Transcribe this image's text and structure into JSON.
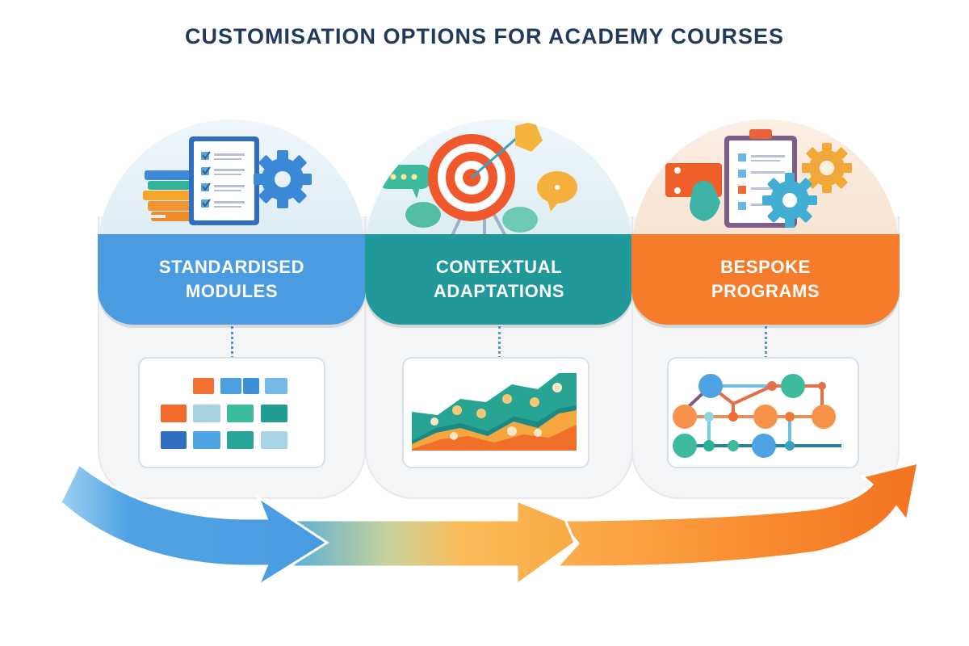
{
  "title": "CUSTOMISATION OPTIONS FOR ACADEMY COURSES",
  "colors": {
    "title": "#1f3a5c",
    "standardised": "#4a9be0",
    "contextual": "#21999a",
    "bespoke": "#f57c2a",
    "card_body": "#f4f5f7"
  },
  "cards": [
    {
      "id": "standardised",
      "line1": "STANDARDISED",
      "line2": "MODULES",
      "header_icon": "checklist-books-gear-icon",
      "content_icon": "module-grid-icon"
    },
    {
      "id": "contextual",
      "line1": "CONTEXTUAL",
      "line2": "ADAPTATIONS",
      "header_icon": "target-arrow-chat-icon",
      "content_icon": "area-chart-icon"
    },
    {
      "id": "bespoke",
      "line1": "BESPOKE",
      "line2": "PROGRAMS",
      "header_icon": "clipboard-gears-icon",
      "content_icon": "network-graph-icon"
    }
  ],
  "progression_arrow": {
    "segments": [
      "blue",
      "blue-to-orange",
      "orange"
    ],
    "direction": "left-to-right-upward"
  }
}
